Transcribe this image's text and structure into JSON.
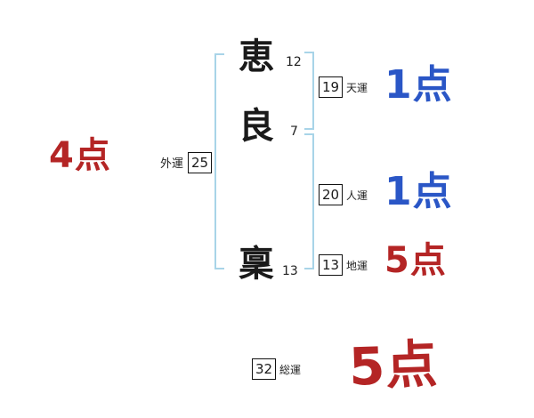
{
  "name_chars": [
    {
      "char": "恵",
      "strokes": "12"
    },
    {
      "char": "良",
      "strokes": "7"
    },
    {
      "char": "稟",
      "strokes": "13"
    }
  ],
  "fortunes": {
    "gaiun": {
      "value": "25",
      "label": "外運"
    },
    "tenun": {
      "value": "19",
      "label": "天運"
    },
    "jinun": {
      "value": "20",
      "label": "人運"
    },
    "chiun": {
      "value": "13",
      "label": "地運"
    },
    "souun": {
      "value": "32",
      "label": "総運"
    }
  },
  "scores": {
    "gaiun": "4点",
    "tenun": "1点",
    "jinun": "1点",
    "chiun": "5点",
    "souun": "5点"
  },
  "colors": {
    "red": "#b42525",
    "blue": "#2a56c6",
    "bracket": "#a8d4e8"
  }
}
